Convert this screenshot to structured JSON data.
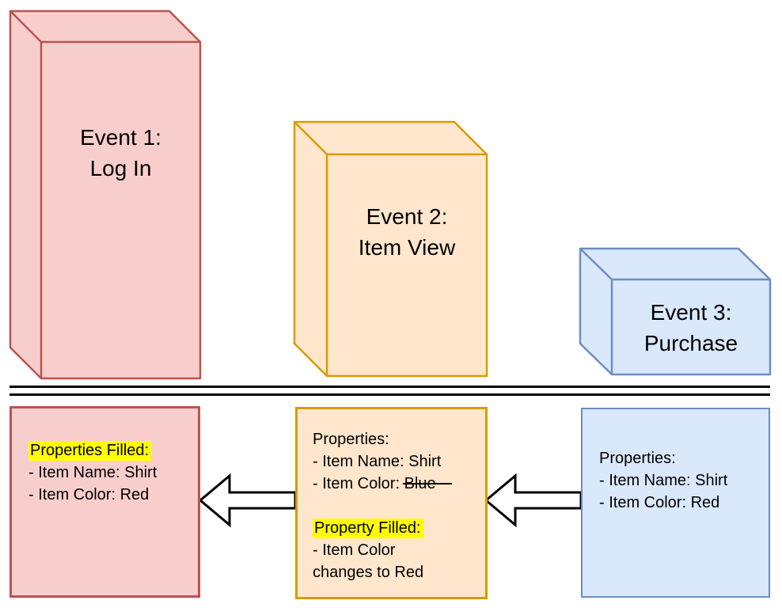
{
  "colors": {
    "event1_fill": "#f8cecc",
    "event1_stroke": "#b85450",
    "event2_fill": "#ffe6cc",
    "event2_stroke": "#d79b00",
    "event3_fill": "#dae8fc",
    "event3_stroke": "#6c8ebf",
    "highlight": "#ffff00",
    "arrow_fill": "#ffffff",
    "arrow_stroke": "#000000",
    "separator": "#000000",
    "text": "#000000"
  },
  "events": [
    {
      "line1": "Event 1:",
      "line2": "Log In"
    },
    {
      "line1": "Event 2:",
      "line2": "Item View"
    },
    {
      "line1": "Event 3:",
      "line2": "Purchase"
    }
  ],
  "props": {
    "login": {
      "title": "Properties Filled:",
      "line1": "- Item Name: Shirt",
      "line2": "- Item Color: Red"
    },
    "item_view": {
      "title": "Properties:",
      "line1": "- Item Name: Shirt",
      "color_prefix": "- Item Color: ",
      "color_struck": "Blue",
      "filled_title": "Property Filled:",
      "filled_line1": "- Item Color",
      "filled_line2": "changes to Red"
    },
    "purchase": {
      "title": "Properties:",
      "line1": "- Item Name: Shirt",
      "line2": "- Item Color: Red"
    }
  }
}
